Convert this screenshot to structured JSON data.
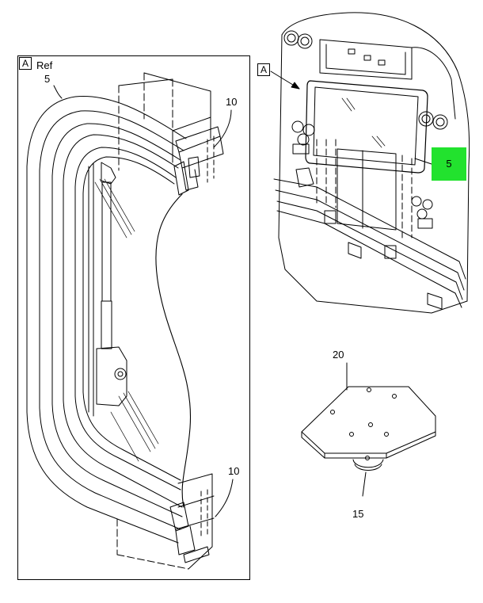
{
  "callouts": {
    "view_a_left": "A",
    "view_a_right": "A",
    "ref_text": "Ref",
    "ref_num": "5",
    "item_10_top": "10",
    "item_10_bottom": "10",
    "item_5_hotspot": "5",
    "item_20": "20",
    "item_15": "15"
  },
  "colors": {
    "hotspot": "#22e22e",
    "line": "#000000"
  }
}
